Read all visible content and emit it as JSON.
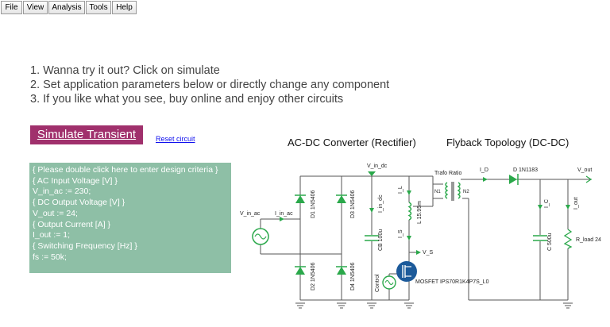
{
  "menu": {
    "file": "File",
    "view": "View",
    "analysis": "Analysis",
    "tools": "Tools",
    "help": "Help"
  },
  "instructions": {
    "line1": "1. Wanna try it out? Click on simulate",
    "line2": "2. Set application parameters below or directly change any component",
    "line3": "3. If you like what you see, buy online and enjoy other circuits"
  },
  "actions": {
    "simulate": "Simulate Transient",
    "reset": "Reset circuit"
  },
  "criteria": {
    "lines": [
      "{ Please double click here to enter design criteria }",
      "",
      "{ AC Input Voltage [V] }",
      "V_in_ac := 230;",
      "{ DC Output Voltage [V] }",
      "V_out := 24;",
      "{ Output Current [A] }",
      "I_out := 1;",
      "{ Switching Frequency [Hz] }",
      "fs := 50k;"
    ]
  },
  "sections": {
    "rectifier": "AC-DC Converter (Rectifier)",
    "flyback": "Flyback Topology (DC-DC)"
  },
  "schematic": {
    "v_in_ac": "V_in_ac",
    "i_in_ac": "I_in_ac",
    "v_in_dc": "V_in_dc",
    "d1": "D1 1N5406",
    "d2": "D2 1N5406",
    "d3": "D3 1N5406",
    "d4": "D4 1N5406",
    "i_in_dc": "I_in_dc",
    "cb": "CB 100u",
    "i_l": "I_L",
    "l": "L 15.95m",
    "i_s": "I_S",
    "v_s": "V_S",
    "trafo": "Trafo Ratio",
    "n1": "N1",
    "n2": "N2",
    "i_d": "I_D",
    "d": "D 1N1183",
    "v_out": "V_out",
    "i_c": "I_C",
    "c": "C 500u",
    "i_out": "I_out",
    "r_load": "R_load 24",
    "control": "Control",
    "mosfet": "MOSFET IPS70R1K4P7S_L0"
  },
  "colors": {
    "accent_button": "#a0306c",
    "criteria_bg": "#8ebfa6",
    "component": "#2aa84a",
    "link": "#1010ee"
  }
}
